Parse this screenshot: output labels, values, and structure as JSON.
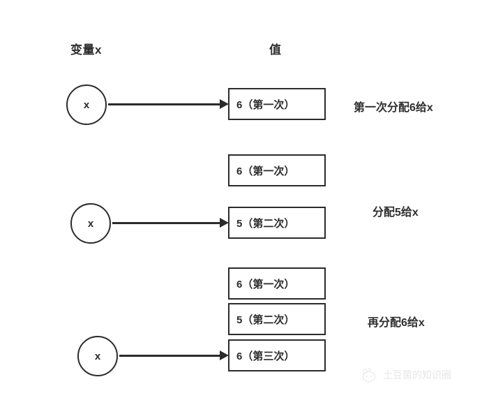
{
  "headers": {
    "variable": "变量x",
    "value": "值"
  },
  "groups": [
    {
      "id": "group-1",
      "variable_label": "x",
      "boxes": [
        {
          "text": "6（第一次）",
          "has_arrow": true
        }
      ],
      "annotation": "第一次分配6给x"
    },
    {
      "id": "group-2",
      "variable_label": "x",
      "boxes": [
        {
          "text": "6（第一次）",
          "has_arrow": false
        },
        {
          "text": "5（第二次）",
          "has_arrow": true
        }
      ],
      "annotation": "分配5给x"
    },
    {
      "id": "group-3",
      "variable_label": "x",
      "boxes": [
        {
          "text": "6（第一次）",
          "has_arrow": false
        },
        {
          "text": "5（第二次）",
          "has_arrow": false
        },
        {
          "text": "6（第三次）",
          "has_arrow": true
        }
      ],
      "annotation": "再分配6给x"
    }
  ],
  "watermark": {
    "text": "土豆菌的知识圈",
    "icon": "potato-mushroom-logo-icon"
  },
  "colors": {
    "stroke": "#2b2b2b",
    "text": "#2f2f2f",
    "background": "#ffffff",
    "watermark": "#c9c9c9"
  }
}
